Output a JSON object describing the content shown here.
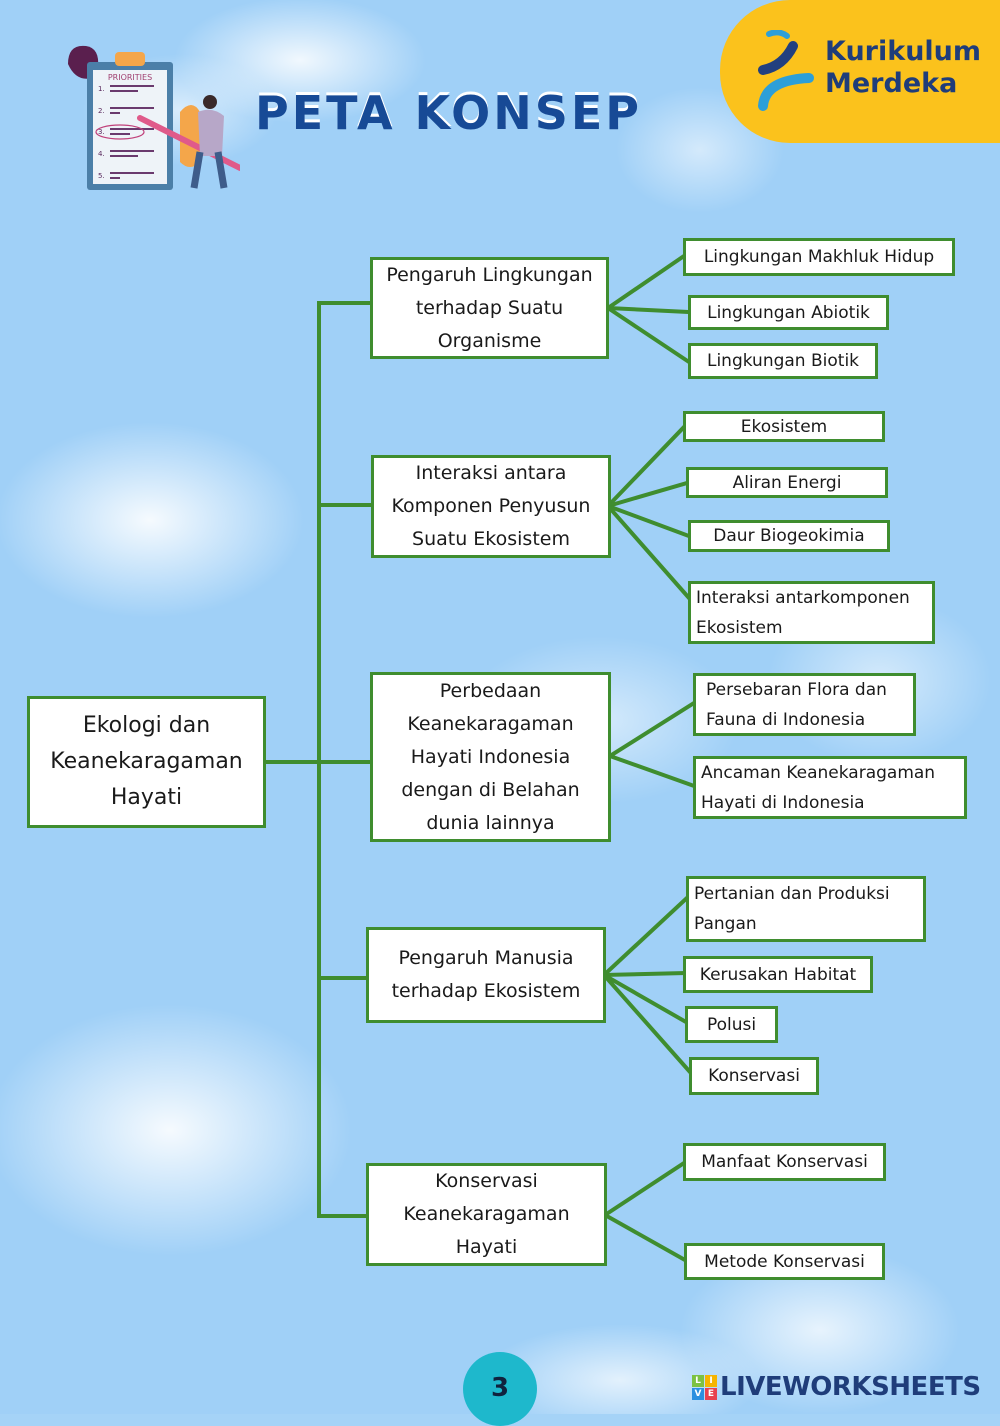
{
  "header": {
    "title": "PETA KONSEP",
    "brand_line1": "Kurikulum",
    "brand_line2": "Merdeka",
    "illustration": {
      "clipboard_heading": "PRIORITIES",
      "items": [
        "1.",
        "2.",
        "3.",
        "4.",
        "5."
      ]
    }
  },
  "concept_map": {
    "root": "Ekologi dan\nKeanekaragaman\nHayati",
    "branches": [
      {
        "label": "Pengaruh Lingkungan\nterhadap Suatu\nOrganisme",
        "children": [
          "Lingkungan Makhluk Hidup",
          "Lingkungan Abiotik",
          "Lingkungan Biotik"
        ]
      },
      {
        "label": "Interaksi antara\nKomponen Penyusun\nSuatu Ekosistem",
        "children": [
          "Ekosistem",
          "Aliran Energi",
          "Daur Biogeokimia",
          "Interaksi antarkomponen\nEkosistem"
        ]
      },
      {
        "label": "Perbedaan\nKeanekaragaman\nHayati Indonesia\ndengan di Belahan\ndunia lainnya",
        "children": [
          "Persebaran Flora dan\nFauna di Indonesia",
          "Ancaman Keanekaragaman\nHayati di Indonesia"
        ]
      },
      {
        "label": "Pengaruh Manusia\nterhadap Ekosistem",
        "children": [
          "Pertanian dan Produksi\nPangan",
          "Kerusakan Habitat",
          "Polusi",
          "Konservasi"
        ]
      },
      {
        "label": "Konservasi\nKeanekaragaman\nHayati",
        "children": [
          "Manfaat Konservasi",
          "Metode Konservasi"
        ]
      }
    ]
  },
  "footer": {
    "page_number": "3",
    "watermark": "LIVEWORKSHEETS",
    "watermark_tiles": [
      "L",
      "I",
      "V",
      "E"
    ]
  },
  "colors": {
    "line": "#3f8d2f",
    "brand_badge": "#fbc21c",
    "title": "#174a96",
    "page_circle": "#1eb8cc"
  }
}
